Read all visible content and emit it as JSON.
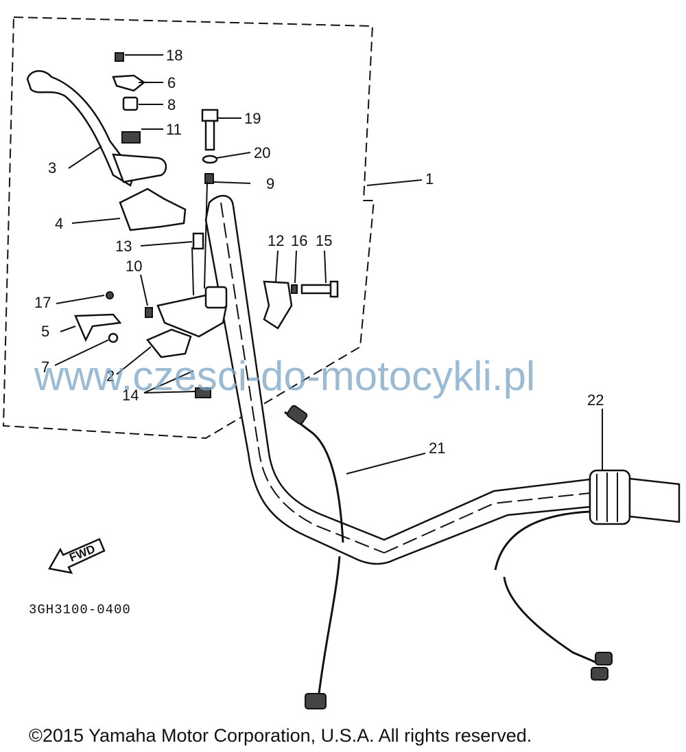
{
  "labels": [
    {
      "id": "18",
      "text": "18"
    },
    {
      "id": "6",
      "text": "6"
    },
    {
      "id": "8",
      "text": "8"
    },
    {
      "id": "11",
      "text": "11"
    },
    {
      "id": "19",
      "text": "19"
    },
    {
      "id": "20",
      "text": "20"
    },
    {
      "id": "9",
      "text": "9"
    },
    {
      "id": "1",
      "text": "1"
    },
    {
      "id": "3",
      "text": "3"
    },
    {
      "id": "4",
      "text": "4"
    },
    {
      "id": "13",
      "text": "13"
    },
    {
      "id": "12",
      "text": "12"
    },
    {
      "id": "16",
      "text": "16"
    },
    {
      "id": "15",
      "text": "15"
    },
    {
      "id": "10",
      "text": "10"
    },
    {
      "id": "17",
      "text": "17"
    },
    {
      "id": "5",
      "text": "5"
    },
    {
      "id": "7",
      "text": "7"
    },
    {
      "id": "2",
      "text": "2"
    },
    {
      "id": "14",
      "text": "14"
    },
    {
      "id": "22",
      "text": "22"
    },
    {
      "id": "21",
      "text": "21"
    }
  ],
  "fwd_arrow_text": "FWD",
  "diagram_code": "3GH3100-0400",
  "watermark": "www.czesci-do-motocykli.pl",
  "copyright": "©2015 Yamaha Motor Corporation, U.S.A. All rights reserved."
}
